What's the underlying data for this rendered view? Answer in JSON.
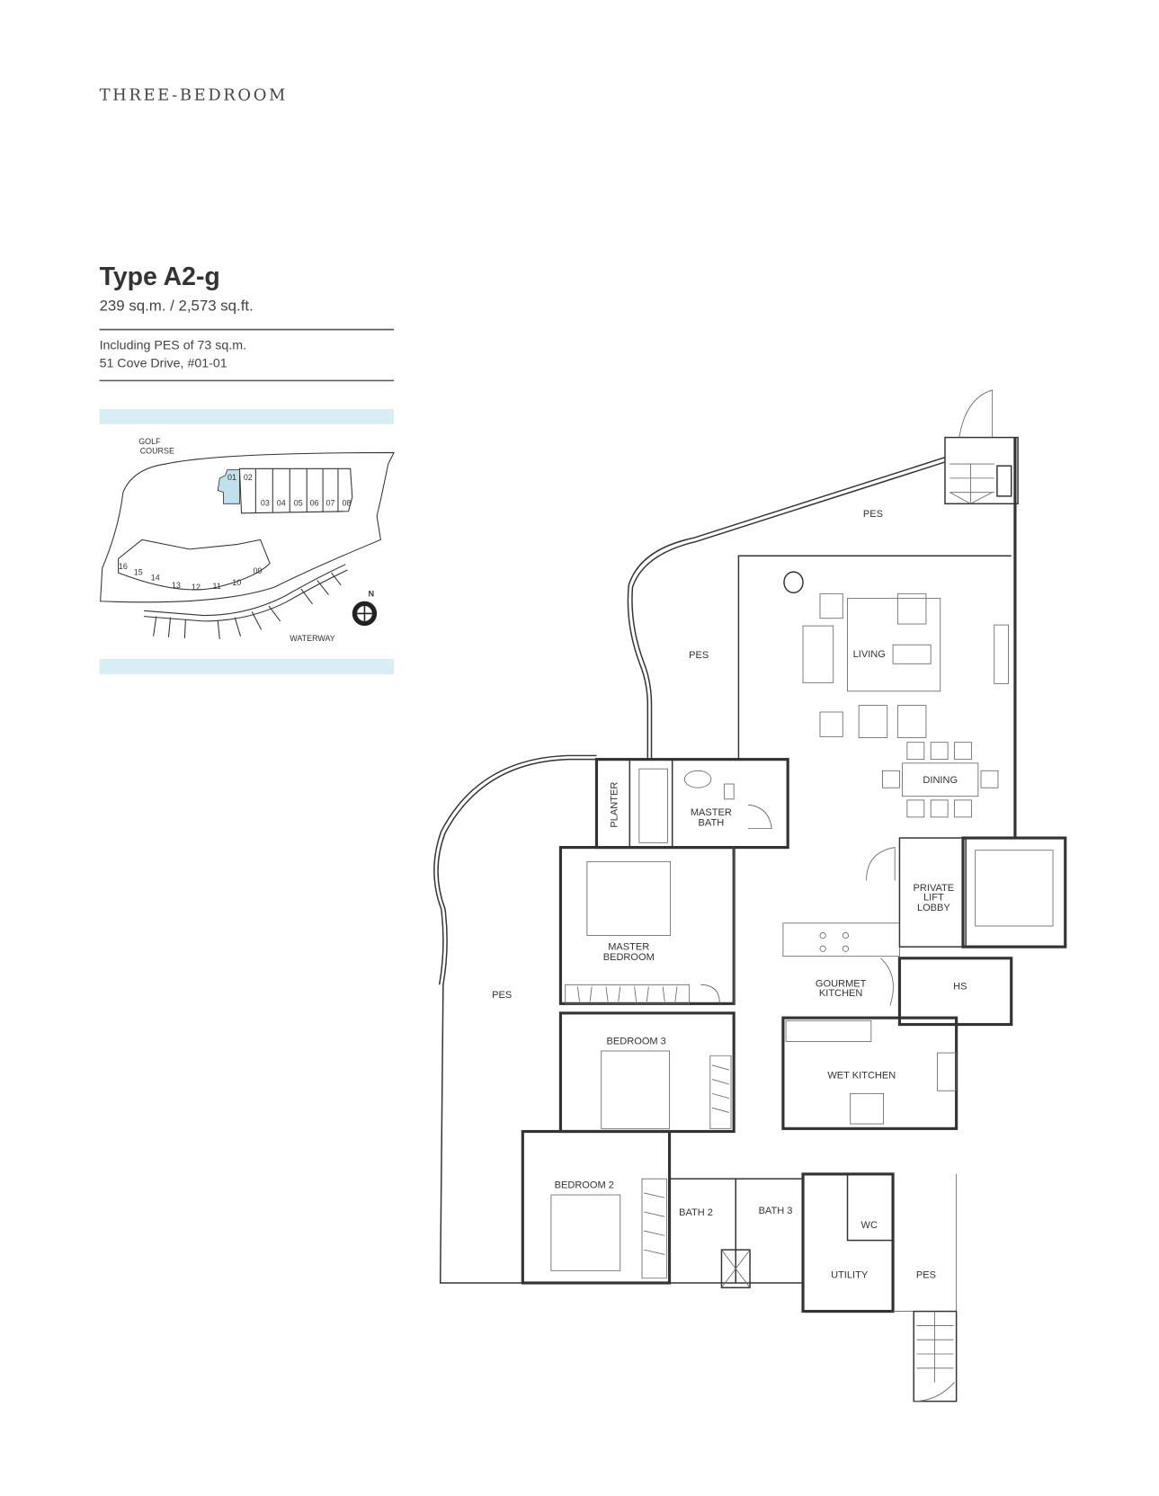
{
  "header": {
    "section_title": "THREE-BEDROOM"
  },
  "unit": {
    "type_title": "Type A2-g",
    "area": "239 sq.m. / 2,573 sq.ft.",
    "pes_note": "Including PES of 73 sq.m.",
    "address": "51 Cove Drive, #01-01"
  },
  "key_plan": {
    "highlight_color": "#bfe0ec",
    "band_color": "#d8eef4",
    "golf_course_line1": "GOLF",
    "golf_course_line2": "COURSE",
    "waterway": "WATERWAY",
    "north": "N",
    "units_top": [
      "01",
      "02",
      "03",
      "04",
      "05",
      "06",
      "07",
      "08"
    ],
    "units_bottom": [
      "16",
      "15",
      "14",
      "13",
      "12",
      "11",
      "10",
      "09"
    ]
  },
  "floor_plan": {
    "rooms": {
      "pes_top": "PES",
      "pes_left_upper": "PES",
      "pes_left": "PES",
      "pes_bottom": "PES",
      "living": "LIVING",
      "dining": "DINING",
      "planter": "PLANTER",
      "master_bath_1": "MASTER",
      "master_bath_2": "BATH",
      "master_bedroom_1": "MASTER",
      "master_bedroom_2": "BEDROOM",
      "private_lift_1": "PRIVATE",
      "private_lift_2": "LIFT",
      "private_lift_3": "LOBBY",
      "gourmet_1": "GOURMET",
      "gourmet_2": "KITCHEN",
      "hs": "HS",
      "bedroom3": "BEDROOM 3",
      "wet_kitchen": "WET KITCHEN",
      "bedroom2": "BEDROOM 2",
      "bath2": "BATH 2",
      "bath3": "BATH 3",
      "wc": "WC",
      "utility": "UTILITY"
    }
  }
}
